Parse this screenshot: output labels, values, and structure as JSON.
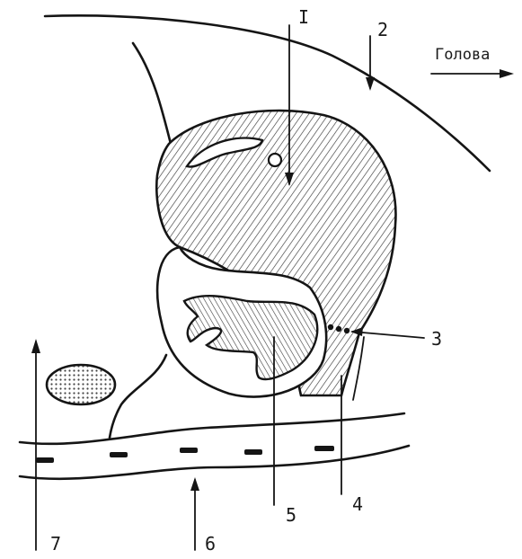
{
  "labels": {
    "l1": "I",
    "l2": "2",
    "l3": "3",
    "l4": "4",
    "l5": "5",
    "l6": "6",
    "l7": "7",
    "direction": "Голова"
  },
  "colors": {
    "ink": "#151515",
    "paper": "#ffffff"
  }
}
